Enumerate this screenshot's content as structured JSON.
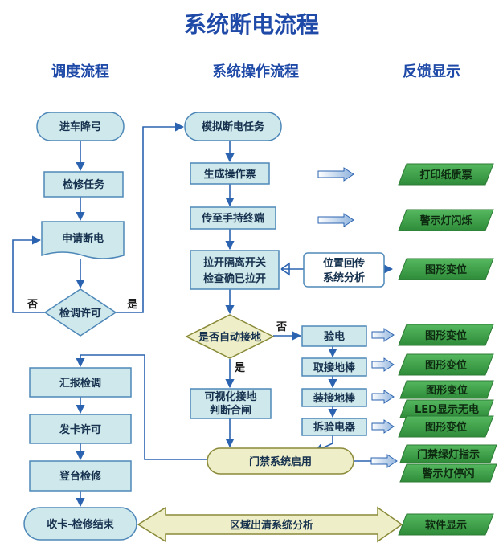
{
  "title": "系统断电流程",
  "headings": {
    "dispatch": "调度流程",
    "operation": "系统操作流程",
    "feedback": "反馈显示"
  },
  "dispatch": {
    "enter_lower": "进车降弓",
    "maintenance_task": "检修任务",
    "apply_power_off": "申请断电",
    "check_permit": "检调许可",
    "no_label": "否",
    "yes_label": "是",
    "report_dispatch": "汇报检调",
    "issue_card": "发卡许可",
    "board_maintain": "登台检修",
    "collect_card": "收卡-检修结束"
  },
  "operation": {
    "simulate_task": "模拟断电任务",
    "generate_ticket": "生成操作票",
    "send_handheld": "传至手持终端",
    "open_isolation_1": "拉开隔离开关",
    "open_isolation_2": "检查确已拉开",
    "position_return_1": "位置回传",
    "position_return_2": "系统分析",
    "auto_ground": "是否自动接地",
    "no_label": "否",
    "yes_label": "是",
    "check_power": "验电",
    "take_rod": "取接地棒",
    "install_rod": "装接地棒",
    "remove_tester": "拆验电器",
    "visual_ground_1": "可视化接地",
    "visual_ground_2": "判断合闸",
    "access_control": "门禁系统启用",
    "area_clear": "区域出清系统分析"
  },
  "feedback": {
    "print_ticket": "打印纸质票",
    "warning_flash": "警示灯闪烁",
    "graphic_change_1": "图形变位",
    "graphic_change_2": "图形变位",
    "graphic_change_3": "图形变位",
    "graphic_change_4": "图形变位",
    "led_no_power": "LED显示无电",
    "graphic_change_5": "图形变位",
    "door_green": "门禁绿灯指示",
    "warning_stop": "警示灯停闪",
    "software_display": "软件显示"
  },
  "colors": {
    "title": "#1f4aa8",
    "box_fill": "#cfe8ec",
    "box_stroke": "#4e88b8",
    "olive_fill": "#eeeec8",
    "olive_stroke": "#8a8a3a",
    "green_fill": "#3aa046",
    "arrow": "#2b63b0"
  }
}
